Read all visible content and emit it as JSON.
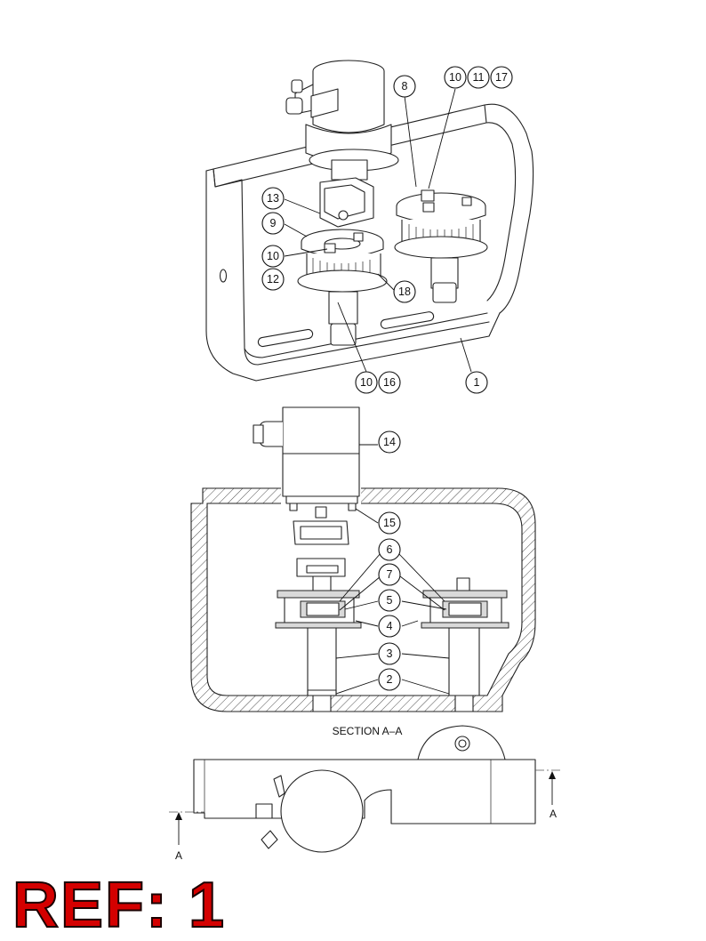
{
  "balloons": {
    "b1": "1",
    "b2": "2",
    "b3": "3",
    "b4": "4",
    "b5": "5",
    "b6": "6",
    "b7": "7",
    "b8": "8",
    "b9": "9",
    "b10": "10",
    "b11": "11",
    "b12": "12",
    "b13": "13",
    "b14": "14",
    "b15": "15",
    "b16": "16",
    "b17": "17",
    "b18": "18"
  },
  "section_title": "SECTION A–A",
  "section_marker": "A",
  "ref_label": "REF: 1"
}
